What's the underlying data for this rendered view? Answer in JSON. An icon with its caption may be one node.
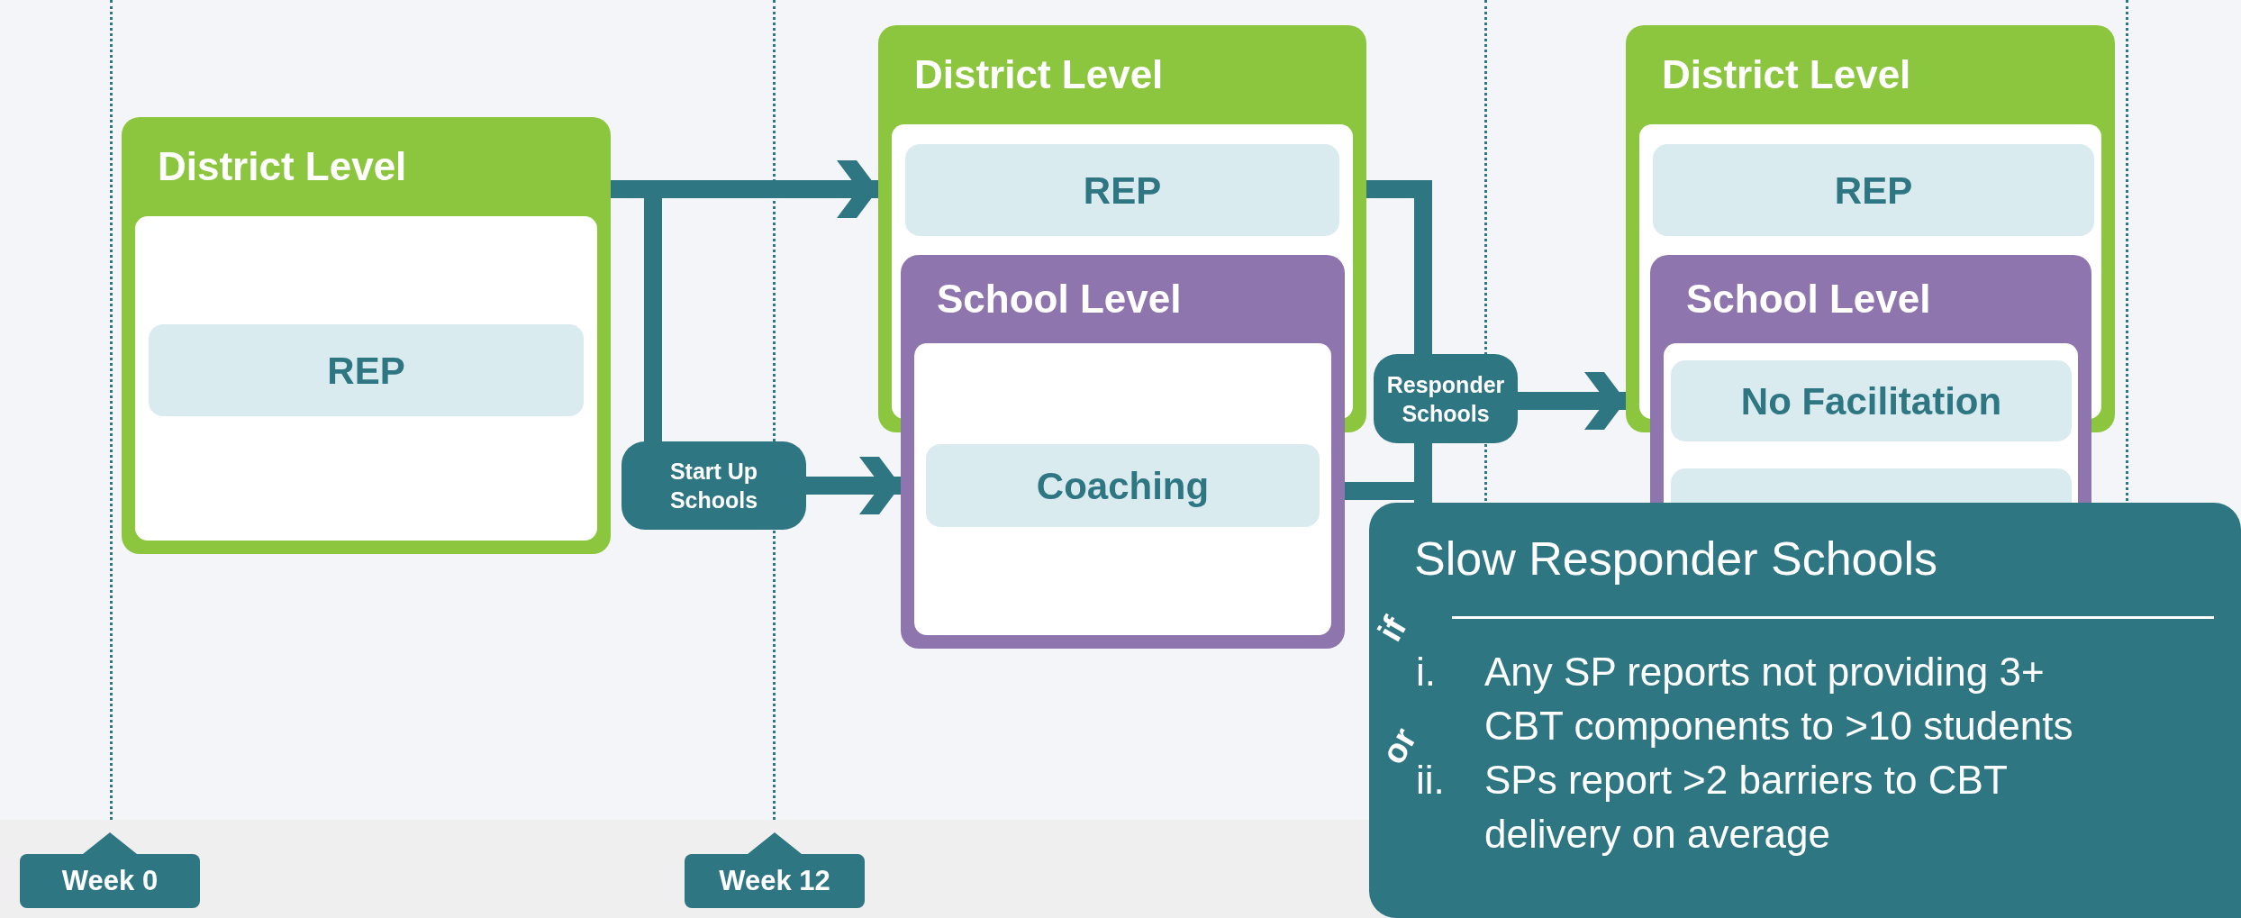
{
  "diagram": {
    "nodes": [
      {
        "text": [
          "District Level"
        ]
      },
      {
        "text": [
          "REP"
        ],
        "in": 0
      },
      {
        "text": [
          "Start Up Schools"
        ]
      },
      {
        "text": [
          "District Level"
        ]
      },
      {
        "text": [
          "REP"
        ],
        "in": 3
      },
      {
        "text": [
          "School Level"
        ]
      },
      {
        "text": [
          "Coaching"
        ],
        "in": 5
      },
      {
        "text": [
          "Responder Schools"
        ]
      },
      {
        "text": [
          "District Level"
        ]
      },
      {
        "text": [
          "REP"
        ],
        "in": 8
      },
      {
        "text": [
          "School Level"
        ]
      },
      {
        "text": [
          "No Facilitation"
        ],
        "in": 10
      },
      {
        "text": [],
        "shape": "box",
        "in": 10
      },
      {
        "text": [
          "Slow Responder Schools",
          "if",
          "i.",
          "Any SP reports not providing 3+ CBT components to >10 students",
          "or",
          "ii.",
          "SPs report >2 barriers to CBT delivery on average"
        ]
      },
      {
        "text": [
          "Week 0"
        ]
      },
      {
        "text": [
          "Week 12"
        ]
      }
    ],
    "edges": [
      {
        "from": 0,
        "to": 3,
        "arrow": "to"
      },
      {
        "from": 0,
        "to": 2,
        "arrow": "none"
      },
      {
        "from": 2,
        "to": 5,
        "arrow": "to"
      },
      {
        "from": 3,
        "to": 7,
        "arrow": "none"
      },
      {
        "from": 5,
        "to": 7,
        "arrow": "none"
      },
      {
        "from": 7,
        "to": 8,
        "arrow": "to"
      },
      {
        "from": 7,
        "to": 13,
        "arrow": "none"
      }
    ]
  }
}
